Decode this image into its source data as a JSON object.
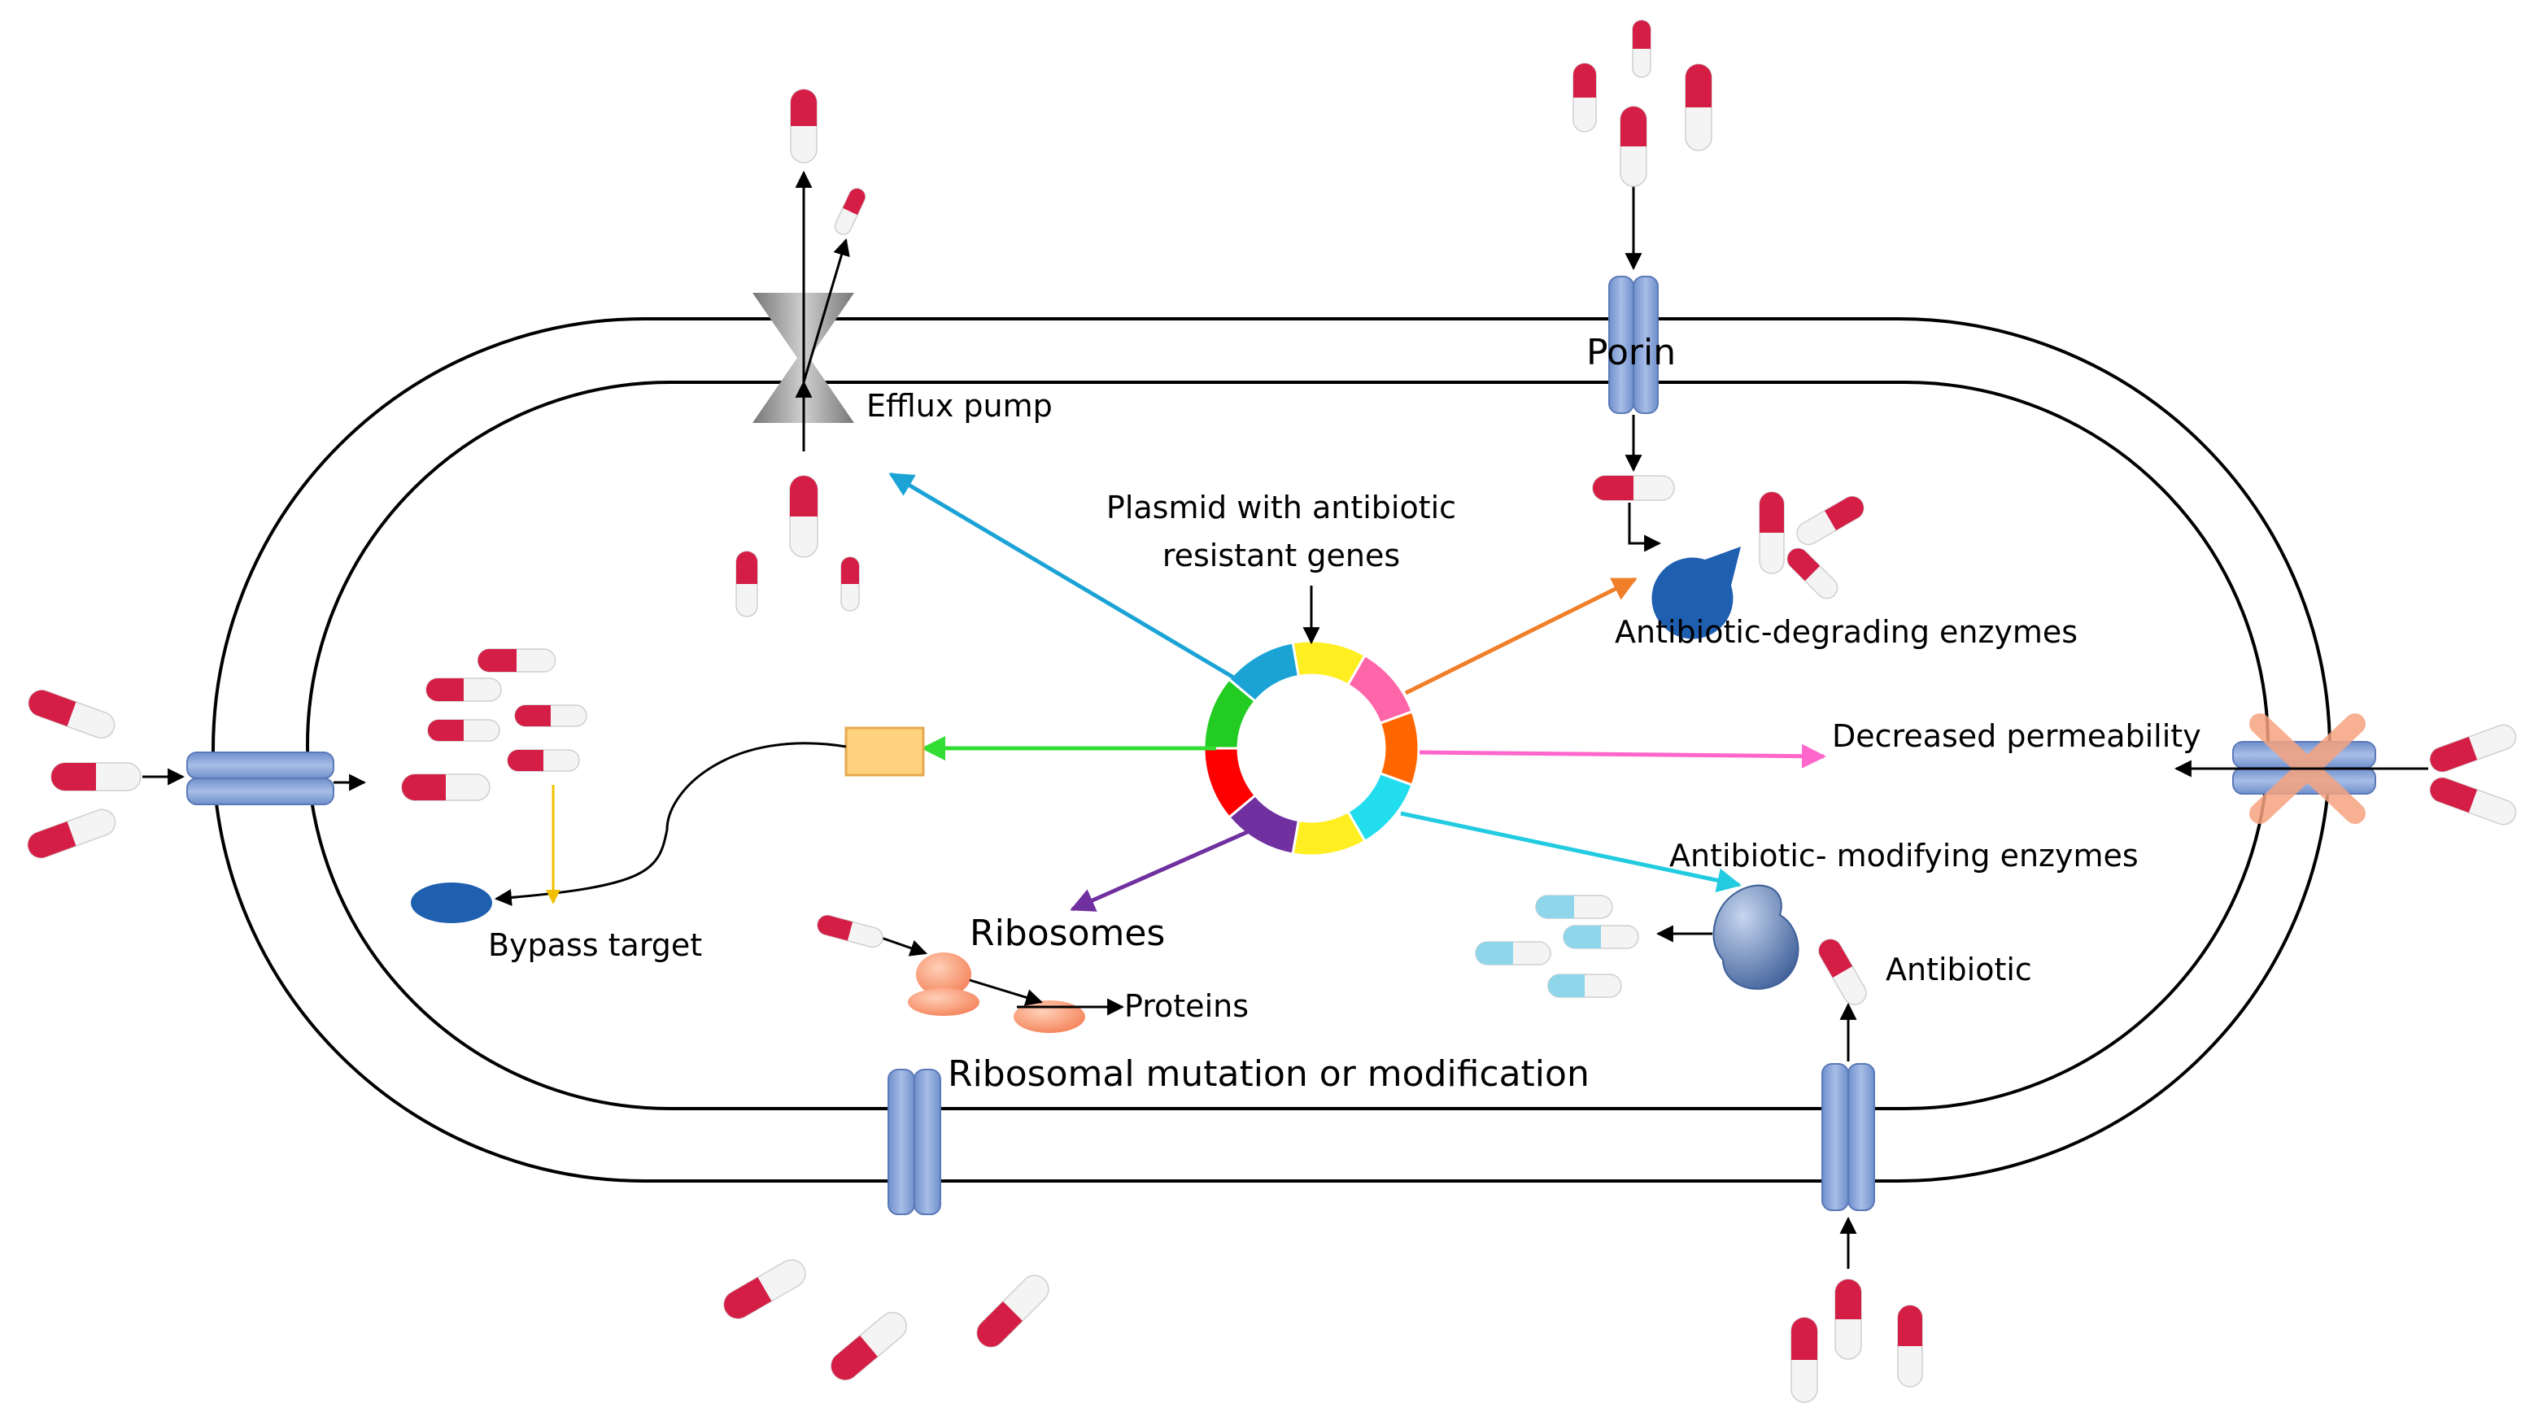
{
  "labels": {
    "efflux_pump": "Efflux pump",
    "porin": "Porin",
    "plasmid_line1": "Plasmid with antibiotic",
    "plasmid_line2": "resistant genes",
    "degrading_enzymes": "Antibiotic-degrading enzymes",
    "decreased_permeability": "Decreased permeability",
    "modifying_enzymes": "Antibiotic- modifying enzymes",
    "antibiotic": "Antibiotic",
    "bypass_target": "Bypass target",
    "ribosomes": "Ribosomes",
    "proteins": "Proteins",
    "ribosomal_mutation": "Ribosomal mutation or modification"
  },
  "colors": {
    "capsule_red": "#d41e45",
    "capsule_cyan": "#8fd6ea",
    "channel_blue": "#8fa9dc",
    "enzyme_blue": "#1f5fb0",
    "bypass_orange": "#ffd27f",
    "ribosome_orange": "#f4835a",
    "cross_orange": "#f6a37f",
    "arrow_efflux": "#1ba3d6",
    "arrow_degrading": "#f07f2a",
    "arrow_permeability": "#ff66cc",
    "arrow_modifying": "#22cbe0",
    "arrow_bypass": "#33dd33",
    "arrow_ribosome": "#7030a0",
    "arrow_yellow": "#f0c000"
  },
  "plasmid_segment_colors": [
    "#ffee22",
    "#ff66aa",
    "#ff6600",
    "#22ddee",
    "#ffee22",
    "#7030a0",
    "#ff0000",
    "#22cc22",
    "#1ba3d6"
  ]
}
